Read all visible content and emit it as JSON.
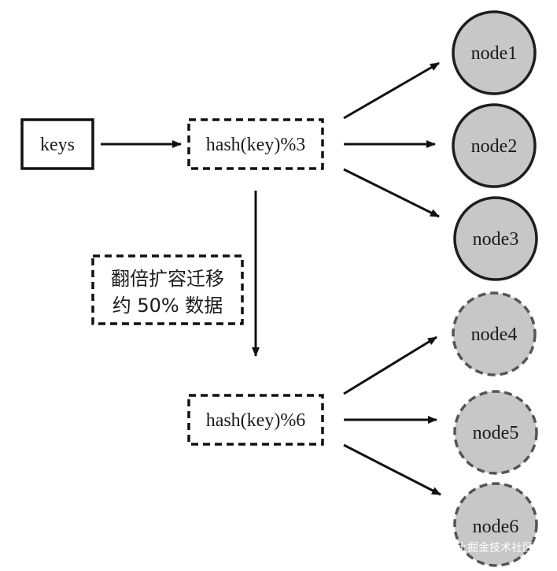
{
  "diagram": {
    "keys_label": "keys",
    "hash3_label": "hash(key)%3",
    "hash6_label": "hash(key)%6",
    "note_line1": "翻倍扩容迁移",
    "note_line2": "约 50% 数据",
    "nodes": [
      "node1",
      "node2",
      "node3",
      "node4",
      "node5",
      "node6"
    ],
    "watermark": "@稀土掘金技术社区"
  },
  "colors": {
    "node_fill": "#c7c7c7",
    "node_stroke_solid": "#1e1e1e",
    "node_stroke_dashed": "#555555",
    "line": "#111111"
  }
}
